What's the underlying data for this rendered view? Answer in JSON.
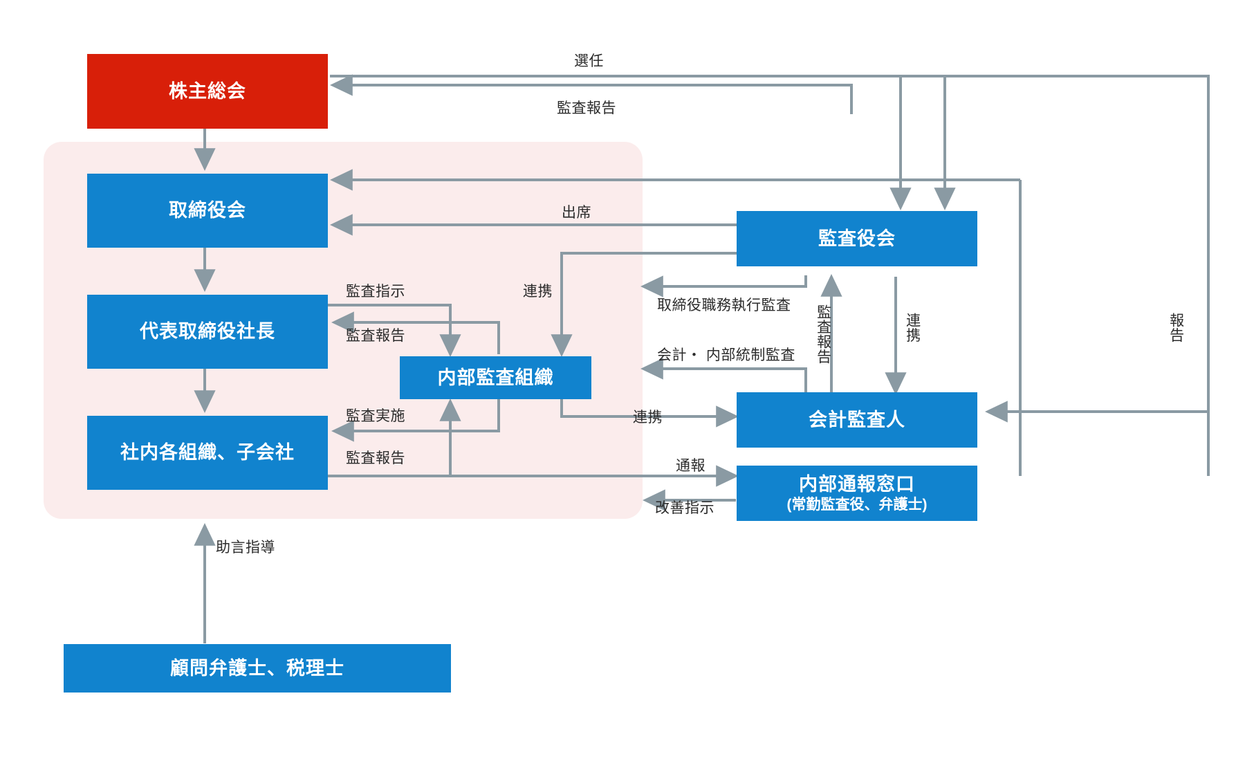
{
  "diagram": {
    "title_colors": {
      "red_box": "#d81f09",
      "blue_box": "#1183ce",
      "region_background": "#fbecec",
      "connector": "#8a9aa3",
      "label_text": "#2b2b2b"
    },
    "nodes": {
      "shareholders_meeting": {
        "label": "株主総会"
      },
      "board_of_directors": {
        "label": "取締役会"
      },
      "representative_director": {
        "label": "代表取締役社長"
      },
      "internal_organizations": {
        "label": "社内各組織、子会社"
      },
      "internal_audit_org": {
        "label": "内部監査組織"
      },
      "audit_board": {
        "label": "監査役会"
      },
      "accounting_auditor": {
        "label": "会計監査人"
      },
      "internal_report_desk": {
        "label": "内部通報窓口",
        "sub_label": "(常勤監査役、弁護士)"
      },
      "advisors": {
        "label": "顧問弁護士、税理士"
      }
    },
    "edge_labels": {
      "appointment": "選任",
      "audit_report_top": "監査報告",
      "attendance": "出席",
      "audit_instruction": "監査指示",
      "audit_report_to_president": "監査報告",
      "cooperation_top": "連携",
      "director_duty_audit": "取締役職務執行監査",
      "accounting_internal_control_audit": "会計・ 内部統制監査",
      "audit_execution": "監査実施",
      "audit_report_from_orgs": "監査報告",
      "cooperation_mid": "連携",
      "whistleblowing": "通報",
      "improvement_instruction": "改善指示",
      "audit_report_vertical": "監査報告",
      "cooperation_vertical": "連携",
      "report_vertical": "報告",
      "advice_guidance": "助言指導"
    }
  }
}
